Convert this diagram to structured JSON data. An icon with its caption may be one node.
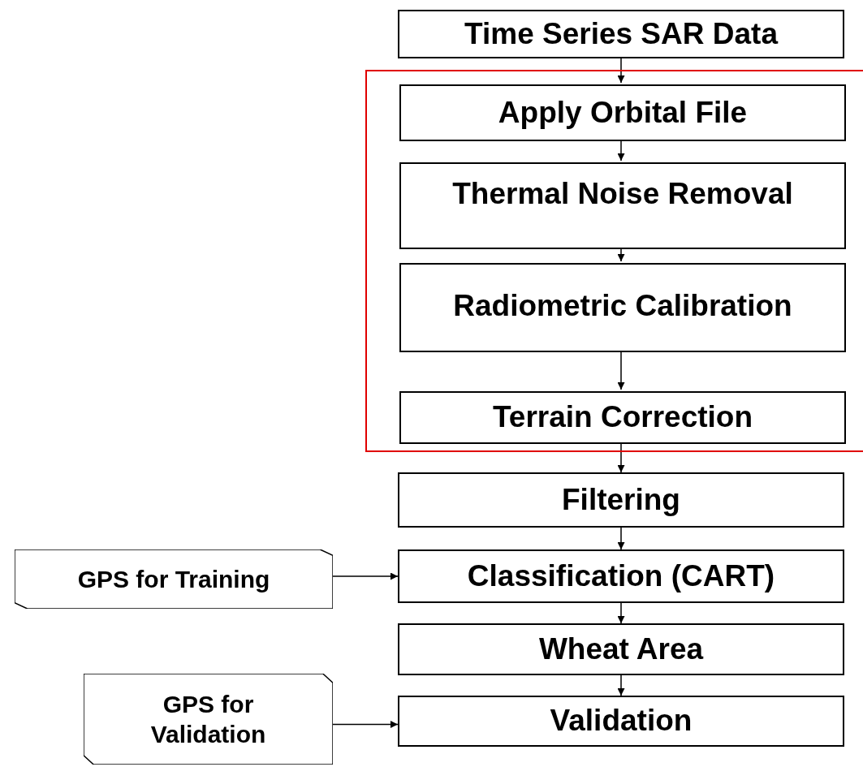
{
  "diagram": {
    "nodes": [
      {
        "text": [
          "Time Series SAR Data"
        ]
      },
      {
        "text": [],
        "shape": "box"
      },
      {
        "text": [
          "Apply Orbital File"
        ],
        "in": 1
      },
      {
        "text": [
          "Thermal Noise Removal"
        ],
        "in": 1
      },
      {
        "text": [
          "Radiometric Calibration"
        ],
        "in": 1
      },
      {
        "text": [
          "Terrain Correction"
        ],
        "in": 1
      },
      {
        "text": [
          "Filtering"
        ]
      },
      {
        "text": [
          "GPS for Training"
        ]
      },
      {
        "text": [
          "Classification (CART)"
        ]
      },
      {
        "text": [
          "Wheat Area"
        ]
      },
      {
        "text": [
          "GPS for Validation"
        ]
      },
      {
        "text": [
          "Validation"
        ]
      }
    ],
    "edges": [
      {
        "from": 0,
        "to": 2,
        "arrow": "to"
      },
      {
        "from": 2,
        "to": 3,
        "arrow": "to"
      },
      {
        "from": 3,
        "to": 4,
        "arrow": "to"
      },
      {
        "from": 4,
        "to": 5,
        "arrow": "to"
      },
      {
        "from": 5,
        "to": 6,
        "arrow": "to"
      },
      {
        "from": 6,
        "to": 8,
        "arrow": "to"
      },
      {
        "from": 7,
        "to": 8,
        "arrow": "to"
      },
      {
        "from": 8,
        "to": 9,
        "arrow": "to"
      },
      {
        "from": 9,
        "to": 11,
        "arrow": "to"
      },
      {
        "from": 10,
        "to": 11,
        "arrow": "to"
      }
    ]
  }
}
